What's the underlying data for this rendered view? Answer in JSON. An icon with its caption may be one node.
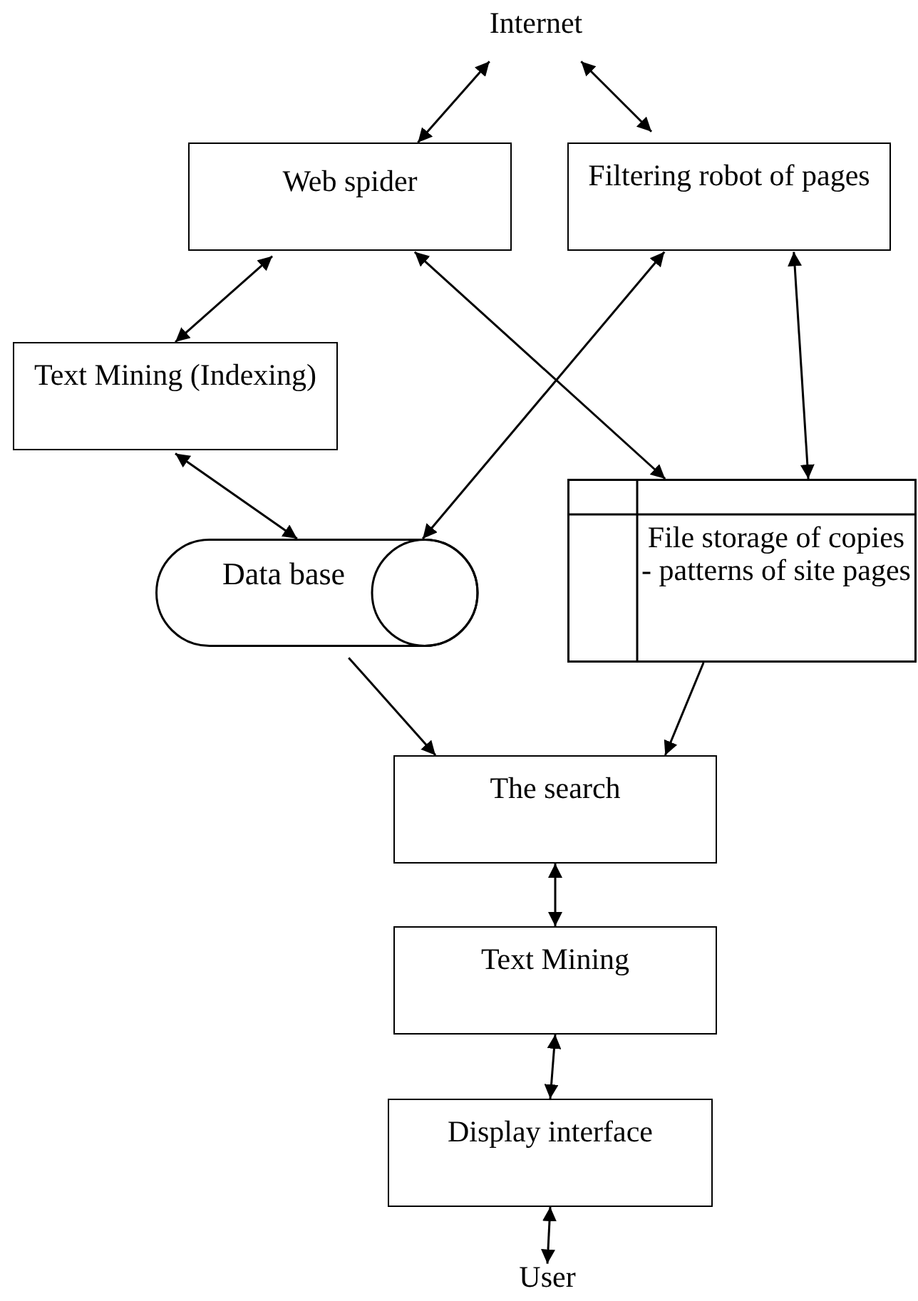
{
  "diagram": {
    "nodes": [
      {
        "text": [
          "Internet"
        ]
      },
      {
        "text": [
          "Web spider"
        ]
      },
      {
        "text": [
          "Filtering robot of pages"
        ]
      },
      {
        "text": [
          "Text Mining (Indexing)"
        ]
      },
      {
        "text": [
          "Data base"
        ]
      },
      {
        "text": [
          "File storage of copies - patterns of site pages"
        ]
      },
      {
        "text": [
          "The search"
        ]
      },
      {
        "text": [
          "Text Mining"
        ]
      },
      {
        "text": [
          "Display interface"
        ]
      },
      {
        "text": [
          "User"
        ]
      }
    ],
    "edges": [
      {
        "from": 0,
        "to": 1,
        "arrow": "both"
      },
      {
        "from": 0,
        "to": 2,
        "arrow": "both"
      },
      {
        "from": 1,
        "to": 3,
        "arrow": "both"
      },
      {
        "from": 1,
        "to": 5,
        "arrow": "both"
      },
      {
        "from": 2,
        "to": 4,
        "arrow": "both"
      },
      {
        "from": 2,
        "to": 5,
        "arrow": "both"
      },
      {
        "from": 3,
        "to": 4,
        "arrow": "both"
      },
      {
        "from": 4,
        "to": 6,
        "arrow": "to"
      },
      {
        "from": 5,
        "to": 6,
        "arrow": "to"
      },
      {
        "from": 6,
        "to": 7,
        "arrow": "both"
      },
      {
        "from": 7,
        "to": 8,
        "arrow": "both"
      },
      {
        "from": 8,
        "to": 9,
        "arrow": "both"
      }
    ]
  }
}
